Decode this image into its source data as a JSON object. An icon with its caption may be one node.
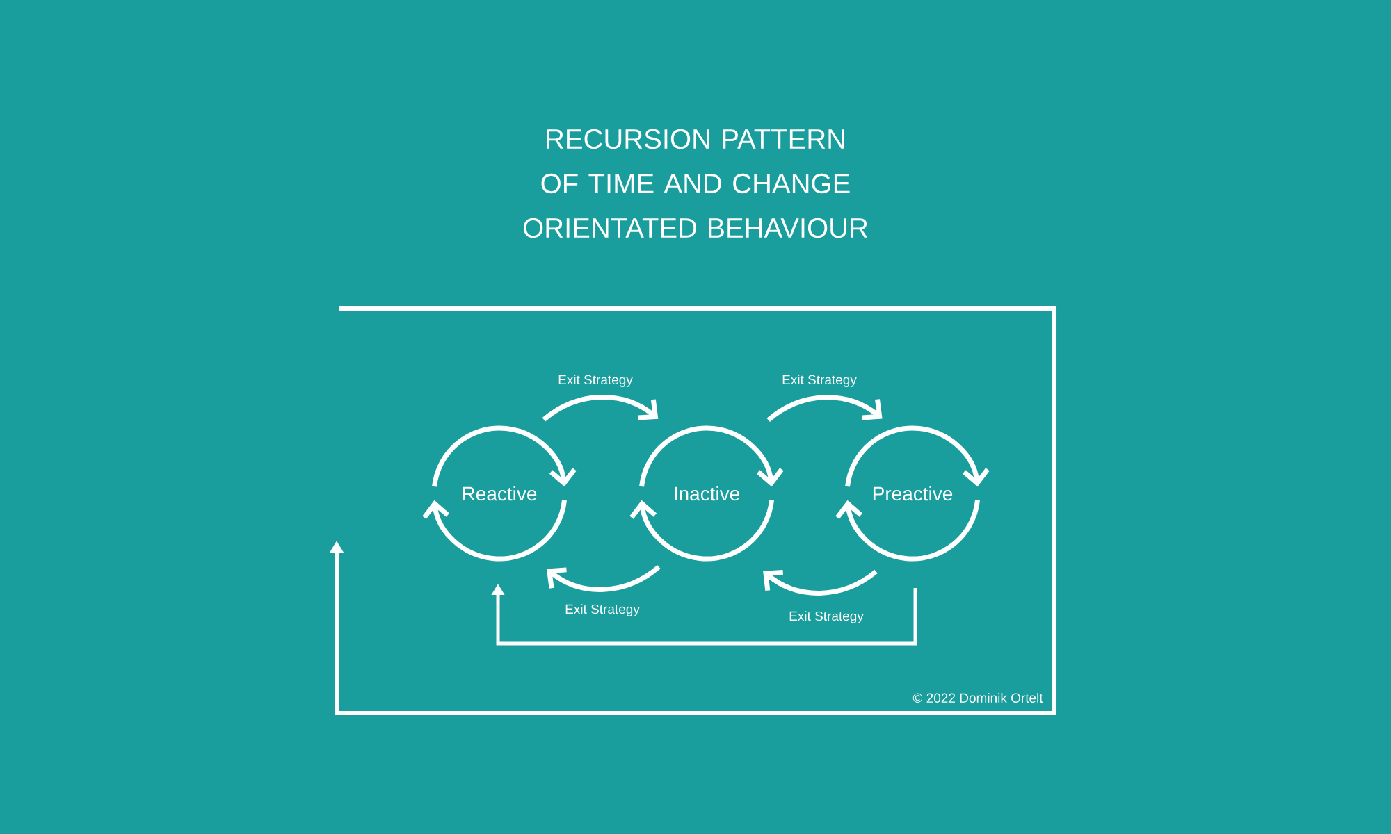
{
  "diagram": {
    "title": "RECURSION PATTERN OF TIME AND CHANGE ORIENTATED BEHAVIOUR",
    "nodes": [
      {
        "text": [
          "Reactive"
        ]
      },
      {
        "text": [
          "Inactive"
        ]
      },
      {
        "text": [
          "Preactive"
        ]
      }
    ],
    "edges": [
      {
        "from": 0,
        "to": 1,
        "arrow": "to",
        "label": "Exit Strategy"
      },
      {
        "from": 1,
        "to": 2,
        "arrow": "to",
        "label": "Exit Strategy"
      },
      {
        "from": 1,
        "to": 0,
        "arrow": "to",
        "label": "Exit Strategy"
      },
      {
        "from": 2,
        "to": 1,
        "arrow": "to",
        "label": "Exit Strategy"
      },
      {
        "from": 2,
        "to": 0,
        "arrow": "to"
      }
    ],
    "labels": [
      "© 2022 Dominik Ortelt"
    ]
  }
}
